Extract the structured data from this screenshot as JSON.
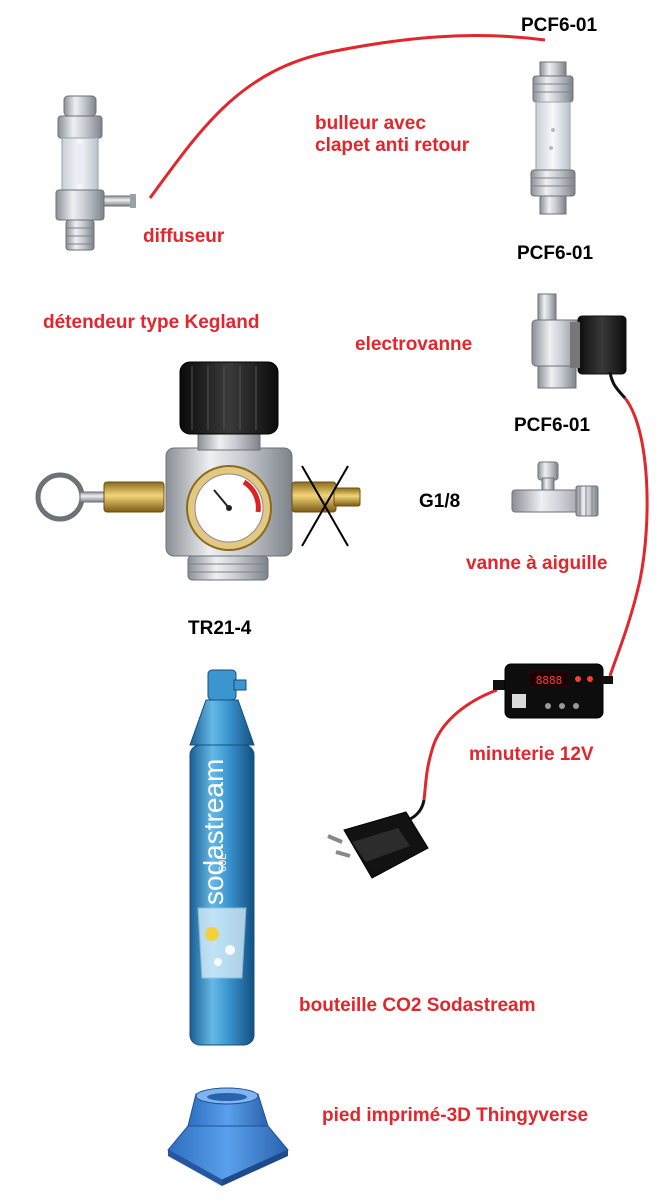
{
  "colors": {
    "accent": "#e2262b",
    "label_dark": "#000000",
    "cable": "#e2262b"
  },
  "labels": {
    "pcf_top": "PCF6-01",
    "bulleur": "bulleur avec\nclapet anti retour",
    "diffuseur": "diffuseur",
    "pcf_mid": "PCF6-01",
    "detendeur": "détendeur type Kegland",
    "electrovanne": "electrovanne",
    "pcf_low": "PCF6-01",
    "g18": "G1/8",
    "vanne": "vanne à aiguille",
    "tr21": "TR21-4",
    "minuterie": "minuterie 12V",
    "bouteille": "bouteille CO2 Sodastream",
    "pied": "pied imprimé-3D Thingyverse"
  },
  "printed": {
    "bottle_brand": "sodastream",
    "bottle_volume": "60L",
    "timer_display": "8888"
  },
  "icons": {
    "diffuser": "diffuser-icon",
    "bubble_counter": "bubble-counter-icon",
    "solenoid": "solenoid-valve-icon",
    "needle_valve": "needle-valve-icon",
    "regulator": "regulator-icon",
    "timer": "timer-icon",
    "adapter": "power-adapter-icon",
    "bottle": "co2-bottle-icon",
    "stand": "stand-icon",
    "cross": "cross-icon"
  }
}
